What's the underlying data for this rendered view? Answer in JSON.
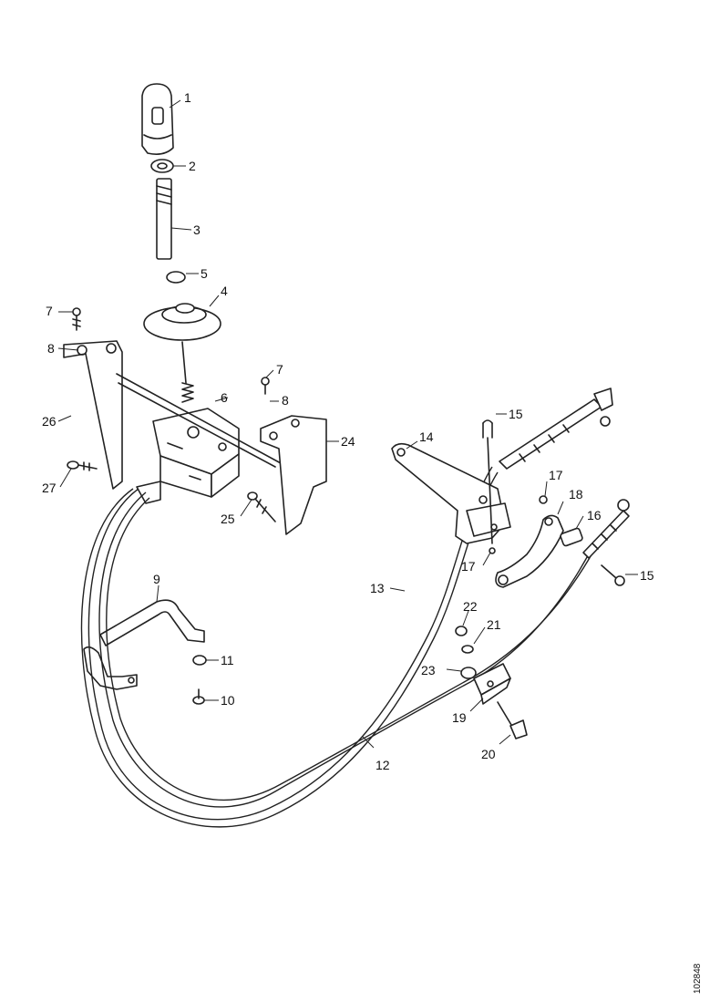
{
  "diagram": {
    "callouts": [
      "1",
      "2",
      "3",
      "4",
      "5",
      "6",
      "7",
      "8",
      "9",
      "10",
      "11",
      "12",
      "13",
      "14",
      "15",
      "16",
      "17",
      "18",
      "19",
      "20",
      "21",
      "22",
      "23",
      "24",
      "25",
      "26",
      "27"
    ],
    "reference_number": "102848"
  }
}
